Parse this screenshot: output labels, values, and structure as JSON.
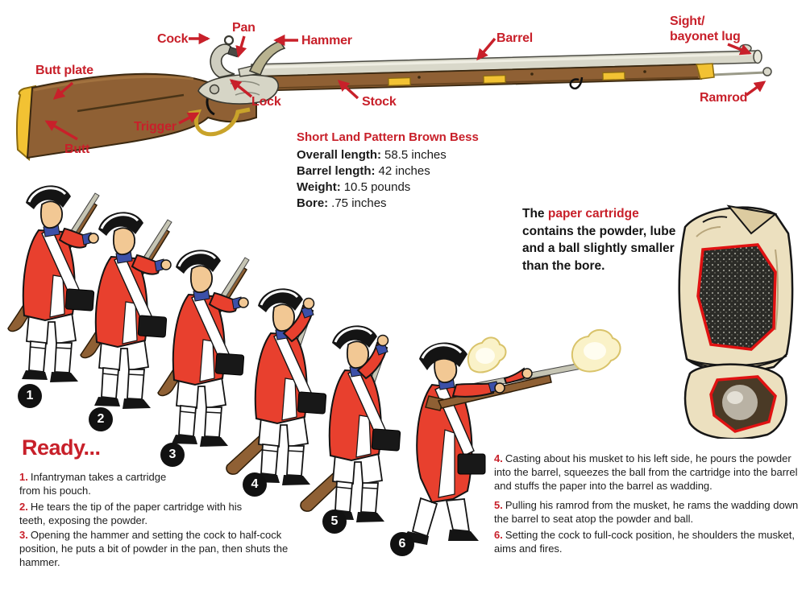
{
  "palette": {
    "label_red": "#c8202a",
    "coat_red": "#e8402e",
    "stock_brown": "#8f6034",
    "brass": "#f2c233",
    "barrel_silver": "#d9d8ca"
  },
  "musket_labels": {
    "butt_plate": "Butt plate",
    "cock": "Cock",
    "pan": "Pan",
    "hammer": "Hammer",
    "barrel": "Barrel",
    "sight_line1": "Sight/",
    "sight_line2": "bayonet lug",
    "lock": "Lock",
    "stock": "Stock",
    "trigger": "Trigger",
    "butt": "Butt",
    "ramrod": "Ramrod"
  },
  "specs": {
    "title": "Short Land Pattern Brown Bess",
    "items": [
      {
        "label": "Overall length:",
        "value": "58.5 inches"
      },
      {
        "label": "Barrel length:",
        "value": "42 inches"
      },
      {
        "label": "Weight:",
        "value": "10.5 pounds"
      },
      {
        "label": "Bore:",
        "value": ".75 inches"
      }
    ]
  },
  "cartridge_note": {
    "prefix": "The ",
    "highlight": "paper cartridge",
    "rest": " contains the powder, lube and a ball slightly smaller than the bore."
  },
  "ready": {
    "heading": "Ready...",
    "steps_left": [
      {
        "num": "1.",
        "text": "Infantryman takes a cartridge from his pouch."
      },
      {
        "num": "2.",
        "text": "He tears the tip of the paper cartridge with his teeth, exposing the powder."
      },
      {
        "num": "3.",
        "text": "Opening the hammer and setting the cock to half-cock position, he puts a bit of powder in the pan, then shuts the hammer."
      }
    ],
    "steps_right": [
      {
        "num": "4.",
        "text": "Casting about his musket to his left side, he pours the powder into the barrel, squeezes the ball from the cartridge into the barrel and stuffs the paper into the barrel as wadding."
      },
      {
        "num": "5.",
        "text": "Pulling his ramrod from the musket, he rams the wadding down the barrel to seat atop the powder and ball."
      },
      {
        "num": "6.",
        "text": "Setting the cock to full-cock position, he shoulders the musket, aims and fires."
      }
    ]
  },
  "markers": [
    "1",
    "2",
    "3",
    "4",
    "5",
    "6"
  ]
}
